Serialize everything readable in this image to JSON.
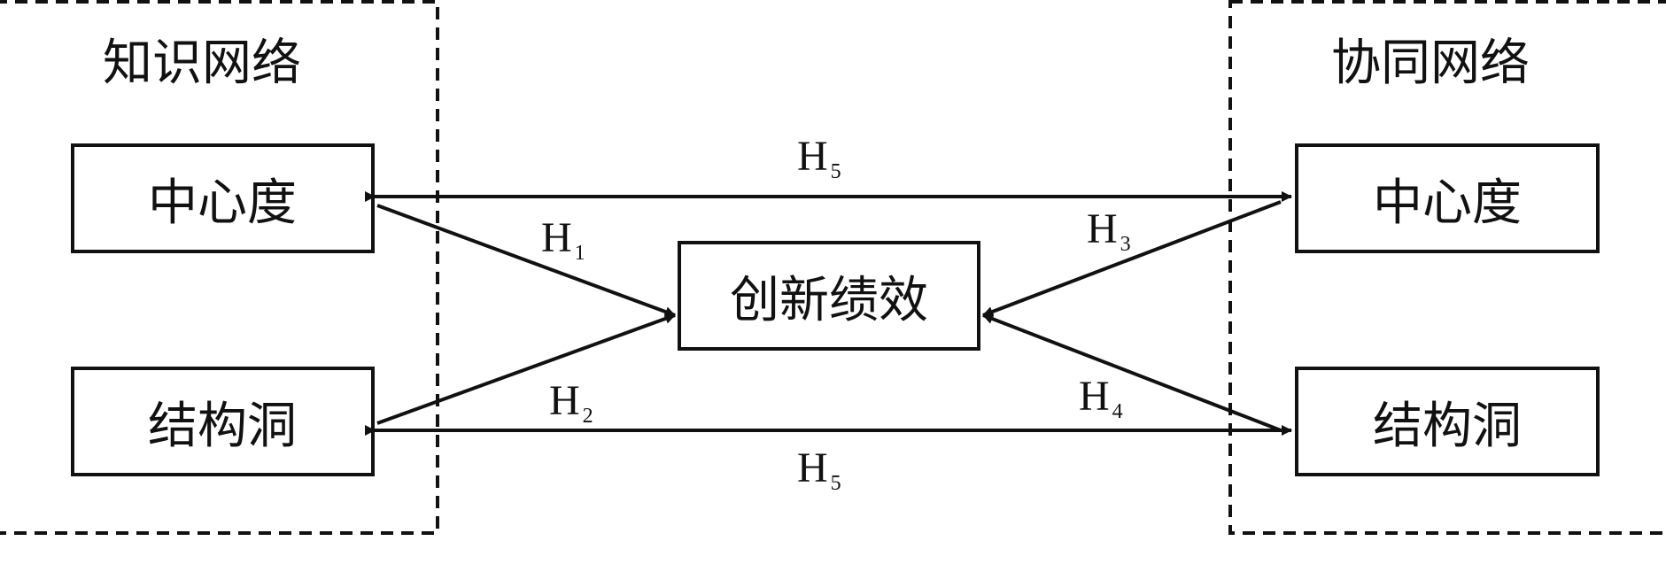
{
  "groups": {
    "knowledge": {
      "title": "知识网络"
    },
    "collaboration": {
      "title": "协同网络"
    }
  },
  "nodes": {
    "k_centrality": "中心度",
    "k_structural_hole": "结构洞",
    "c_centrality": "中心度",
    "c_structural_hole": "结构洞",
    "innovation": "创新绩效"
  },
  "hypotheses": {
    "h1": {
      "letter": "H",
      "sub": "1"
    },
    "h2": {
      "letter": "H",
      "sub": "2"
    },
    "h3": {
      "letter": "H",
      "sub": "3"
    },
    "h4": {
      "letter": "H",
      "sub": "4"
    },
    "h5_top": {
      "letter": "H",
      "sub": "5"
    },
    "h5_bottom": {
      "letter": "H",
      "sub": "5"
    }
  }
}
